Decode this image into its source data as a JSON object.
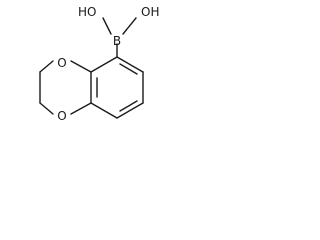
{
  "molecule": {
    "labels": {
      "ho_1": "HO",
      "oh_1": "OH",
      "boron": "B",
      "oxygen_top": "O",
      "oxygen_bottom": "O"
    }
  },
  "colors": {
    "bond": "#1a1a1a",
    "background": "#ffffff"
  }
}
